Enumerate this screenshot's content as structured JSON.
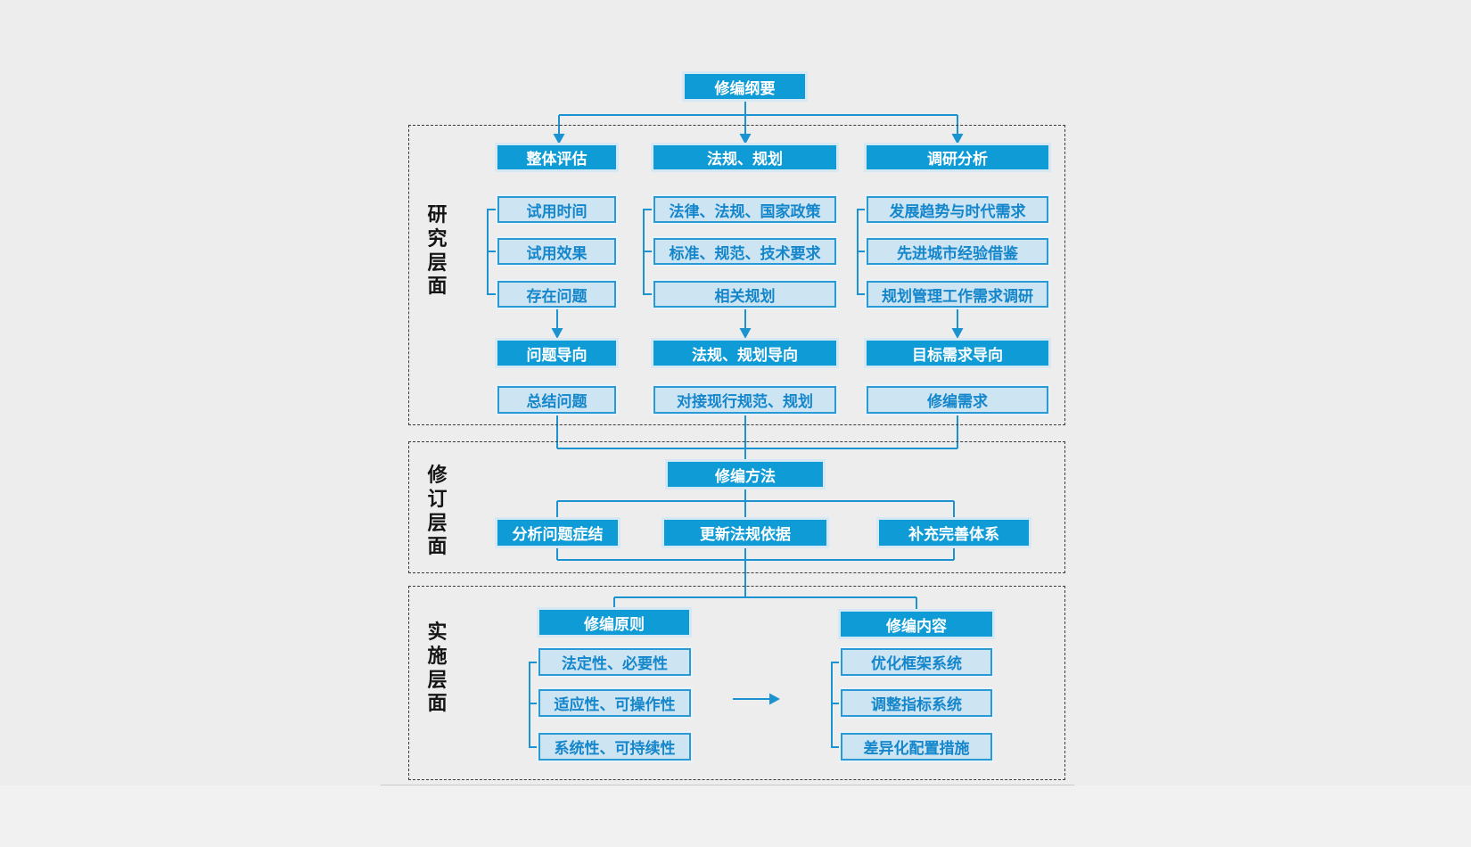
{
  "root": {
    "title": "修编纲要"
  },
  "colors": {
    "solid_box": "#0f9bd6",
    "light_box_fill": "#cde4f3",
    "light_box_border": "#2b99d4",
    "light_box_text": "#1486cb",
    "connector_line": "#1b93d1",
    "section_border": "#3a3a3a",
    "background": "#ededed"
  },
  "sections": {
    "s1": {
      "label": "研究层面",
      "columns": [
        {
          "header": "整体评估",
          "items": [
            "试用时间",
            "试用效果",
            "存在问题"
          ],
          "result": "问题导向",
          "output": "总结问题"
        },
        {
          "header": "法规、规划",
          "items": [
            "法律、法规、国家政策",
            "标准、规范、技术要求",
            "相关规划"
          ],
          "result": "法规、规划导向",
          "output": "对接现行规范、规划"
        },
        {
          "header": "调研分析",
          "items": [
            "发展趋势与时代需求",
            "先进城市经验借鉴",
            "规划管理工作需求调研"
          ],
          "result": "目标需求导向",
          "output": "修编需求"
        }
      ]
    },
    "s2": {
      "label": "修订层面",
      "method": "修编方法",
      "branches": [
        "分析问题症结",
        "更新法规依据",
        "补充完善体系"
      ]
    },
    "s3": {
      "label": "实施层面",
      "left": {
        "header": "修编原则",
        "items": [
          "法定性、必要性",
          "适应性、可操作性",
          "系统性、可持续性"
        ]
      },
      "right": {
        "header": "修编内容",
        "items": [
          "优化框架系统",
          "调整指标系统",
          "差异化配置措施"
        ]
      }
    }
  }
}
